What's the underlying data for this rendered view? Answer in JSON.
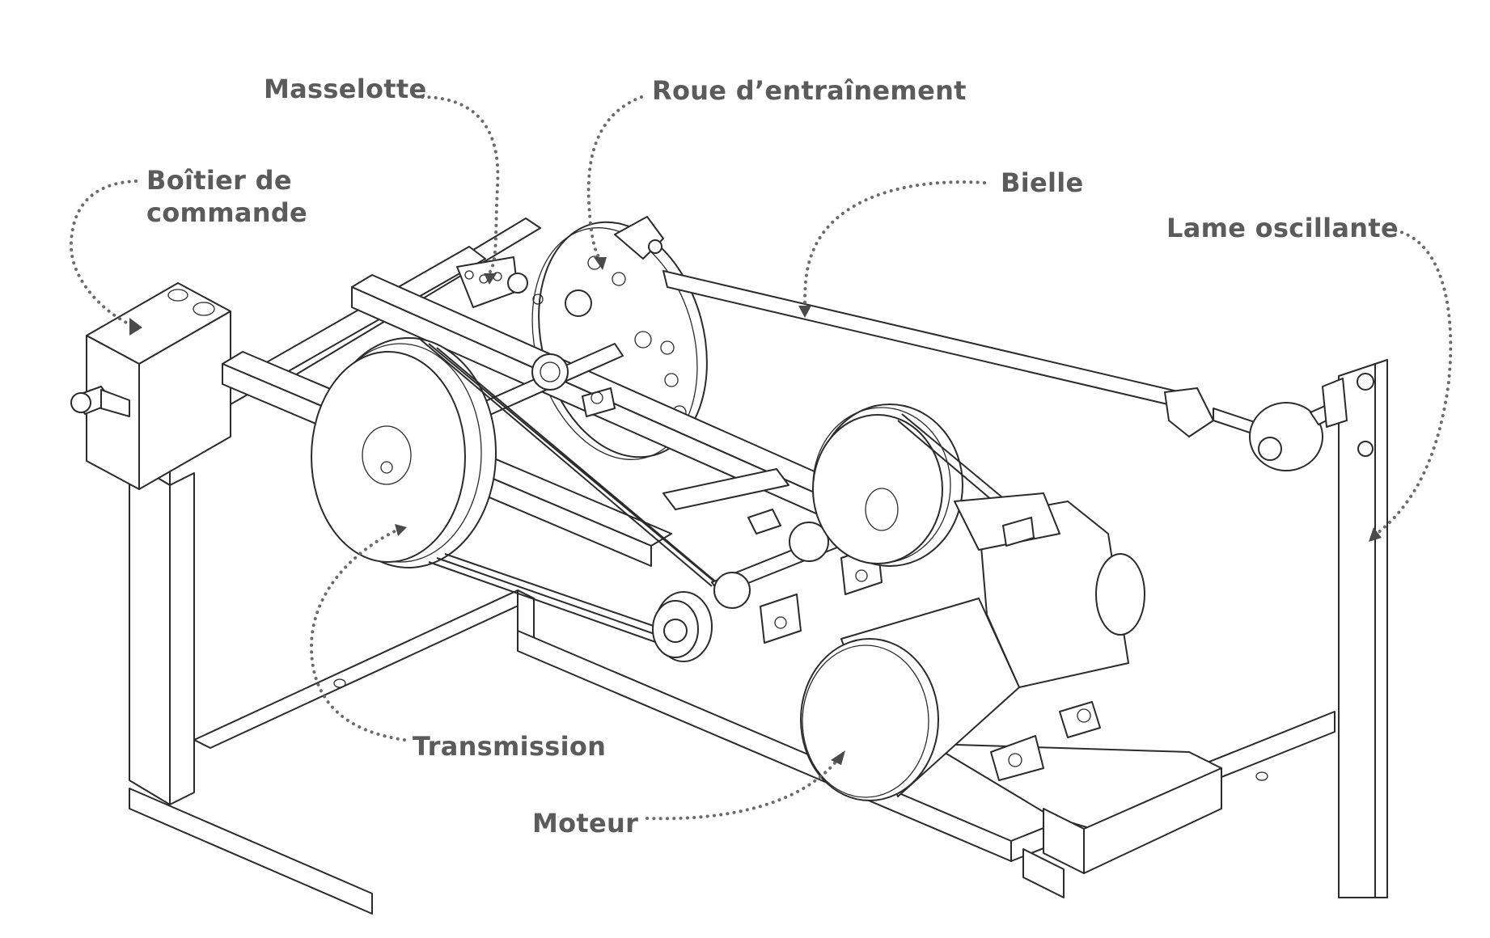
{
  "labels": {
    "masselotte": "Masselotte",
    "roue": "Roue d’entraînement",
    "boitier_line1": "Boîtier de",
    "boitier_line2": "commande",
    "bielle": "Bielle",
    "lame": "Lame oscillante",
    "transmission": "Transmission",
    "moteur": "Moteur"
  },
  "colors": {
    "label": "#5b5b5b",
    "line": "#2b2b2b",
    "leader": "#6a6a6a"
  }
}
